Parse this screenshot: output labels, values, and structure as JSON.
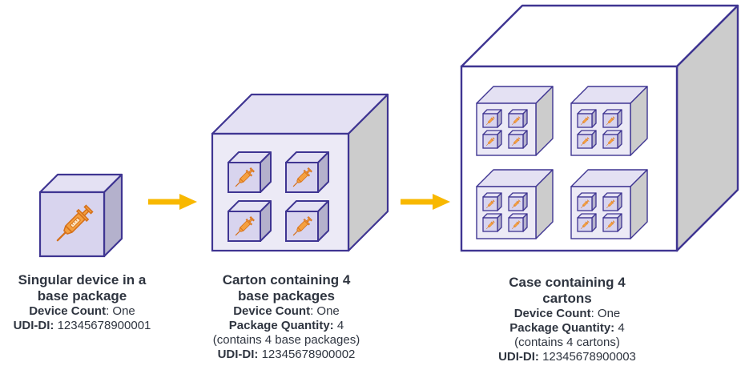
{
  "colors": {
    "outline": "#3f3592",
    "face_front_light": "#d8d4ee",
    "face_front_carton": "#eceaf6",
    "face_top_light": "#e4e1f3",
    "face_side": "#b4b1cc",
    "face_side_case": "#cccccc",
    "case_face": "#ffffff",
    "syringe": "#f4a040",
    "syringe_outline": "#d5701a",
    "arrow": "#f8b800"
  },
  "icons": {
    "item": "syringe-icon",
    "flow": "arrow-right-icon"
  },
  "stages": [
    {
      "id": "base-package",
      "title": "Singular device in a base package",
      "title_lines": [
        "Singular device in a",
        "base package"
      ],
      "rows": [
        {
          "label": "Device Count",
          "sep": ": ",
          "value": "One"
        },
        {
          "label": "UDI-DI:",
          "sep": " ",
          "value": "12345678900001"
        }
      ]
    },
    {
      "id": "carton",
      "title": "Carton containing 4 base packages",
      "title_lines": [
        "Carton containing 4",
        "base packages"
      ],
      "rows": [
        {
          "label": "Device Count",
          "sep": ": ",
          "value": "One"
        },
        {
          "label": "Package Quantity:",
          "sep": " ",
          "value": "4"
        },
        {
          "label": "",
          "sep": "",
          "value": "(contains 4 base packages)"
        },
        {
          "label": "UDI-DI:",
          "sep": " ",
          "value": "12345678900002"
        }
      ],
      "contains": 4
    },
    {
      "id": "case",
      "title": "Case containing 4 cartons",
      "title_lines": [
        "Case containing 4",
        "cartons"
      ],
      "rows": [
        {
          "label": "Device Count",
          "sep": ": ",
          "value": "One"
        },
        {
          "label": "Package Quantity:",
          "sep": " ",
          "value": "4"
        },
        {
          "label": "",
          "sep": "",
          "value": "(contains 4 cartons)"
        },
        {
          "label": "UDI-DI:",
          "sep": " ",
          "value": "12345678900003"
        }
      ],
      "contains": 4
    }
  ]
}
